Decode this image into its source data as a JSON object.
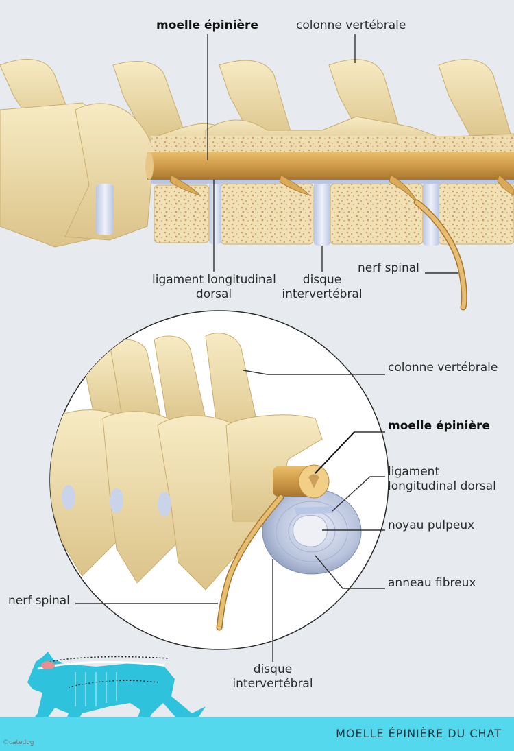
{
  "top_labels": {
    "spinal_cord": "moelle épinière",
    "vertebral_column": "colonne vertébrale",
    "dorsal_ligament_line1": "ligament longitudinal",
    "dorsal_ligament_line2": "dorsal",
    "disc_line1": "disque",
    "disc_line2": "intervertébral",
    "spinal_nerve": "nerf spinal"
  },
  "detail_labels": {
    "vertebral_column": "colonne vertébrale",
    "spinal_cord": "moelle épinière",
    "dorsal_ligament_line1": "ligament",
    "dorsal_ligament_line2": "longitudinal dorsal",
    "nucleus": "noyau pulpeux",
    "annulus": "anneau fibreux",
    "spinal_nerve": "nerf spinal",
    "disc_line1": "disque",
    "disc_line2": "intervertébral"
  },
  "footer": {
    "title": "MOELLE ÉPINIÈRE DU CHAT",
    "copyright": "©catedog"
  },
  "colors": {
    "background": "#e7eaee",
    "bone": "#f3e3b3",
    "bone_shadow": "#d9c083",
    "cord": "#d6a450",
    "disc": "#c9d4ea",
    "footer_bar": "#54d8ee",
    "cat": "#2fc2dc"
  }
}
